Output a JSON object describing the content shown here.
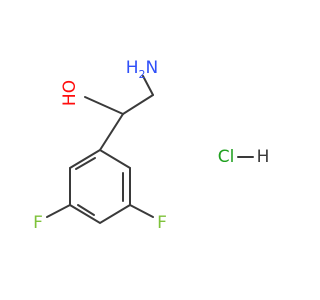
{
  "molecule": {
    "atoms": {
      "amine": {
        "element": "N",
        "hydrogens": "H",
        "subscript": "2"
      },
      "hydroxyl": {
        "element": "O",
        "hydrogen": "H"
      },
      "fluorine_left": "F",
      "fluorine_right": "F"
    },
    "salt": {
      "chlorine": "Cl",
      "hydrogen": "H"
    }
  },
  "colors": {
    "bond": "#3a3a3a",
    "nitrogen": "#3050f8",
    "oxygen": "#ff0d0d",
    "fluorine": "#7ec23a",
    "chlorine": "#1fa01f",
    "hydrogen": "#3a3a3a"
  }
}
